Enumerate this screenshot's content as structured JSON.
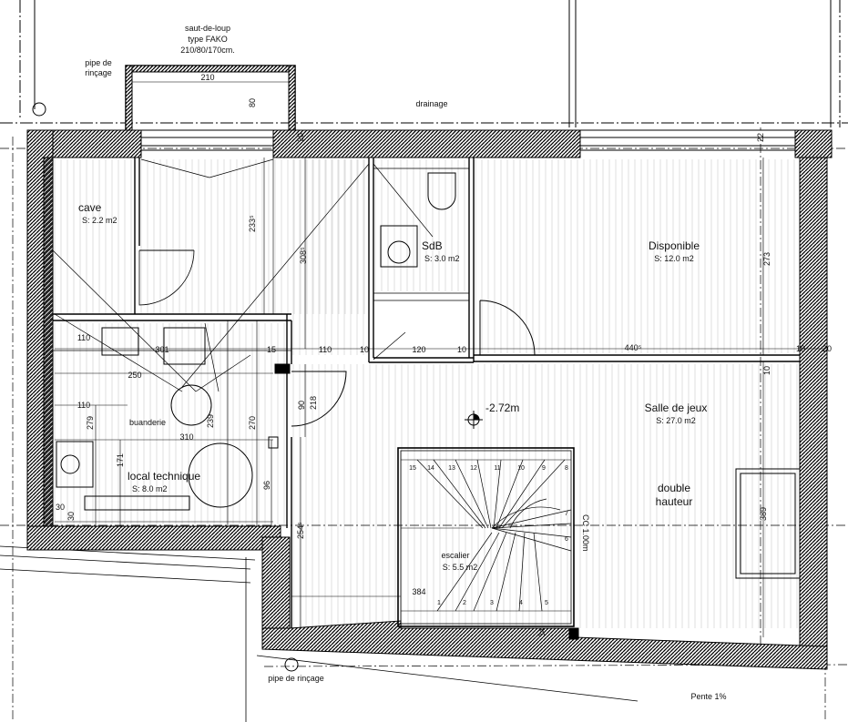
{
  "labels": {
    "saut": [
      "saut-de-loup",
      "type FAKO",
      "210/80/170cm."
    ],
    "pipe_top": [
      "pipe de",
      "rinçage"
    ],
    "pipe_bottom": "pipe de rinçage",
    "drainage": "drainage",
    "pente": "Pente 1%",
    "level": "-2.72m",
    "double_hauteur": [
      "double",
      "hauteur"
    ]
  },
  "rooms": {
    "cave": {
      "name": "cave",
      "area": "S: 2.2 m2"
    },
    "sdb": {
      "name": "SdB",
      "area": "S: 3.0 m2"
    },
    "disponible": {
      "name": "Disponible",
      "area": "S: 12.0 m2"
    },
    "buanderie": {
      "name": "buanderie"
    },
    "local_technique": {
      "name": "local technique",
      "area": "S: 8.0 m2"
    },
    "salle_de_jeux": {
      "name": "Salle de jeux",
      "area": "S: 27.0 m2"
    },
    "escalier": {
      "name": "escalier",
      "area": "S: 5.5 m2"
    }
  },
  "dimensions": {
    "d210": "210",
    "d80": "80",
    "d20": "20",
    "d22": "22",
    "d233": "233⁵",
    "d308": "308⁵",
    "d273": "273",
    "d110a": "110",
    "d301": "301",
    "d15": "15",
    "d110b": "110",
    "d10a": "10",
    "d120": "120",
    "d10b": "10",
    "d440": "440⁵",
    "d10c": "10",
    "d20b": "20",
    "d250": "250",
    "d110c": "110",
    "d279": "279",
    "d239": "239",
    "d270": "270",
    "d310": "310",
    "d171": "171",
    "d96": "96",
    "d90": "90",
    "d218": "218",
    "d10d": "10",
    "d30a": "30",
    "d30b": "30",
    "d254": "254⁵",
    "d384": "384",
    "d389": "389",
    "d34": "34",
    "cc": "CC 1.00m"
  },
  "stair_steps": [
    "15",
    "14",
    "13",
    "12",
    "11",
    "10",
    "9",
    "8",
    "7",
    "6",
    "5",
    "4",
    "3",
    "2",
    "1"
  ]
}
